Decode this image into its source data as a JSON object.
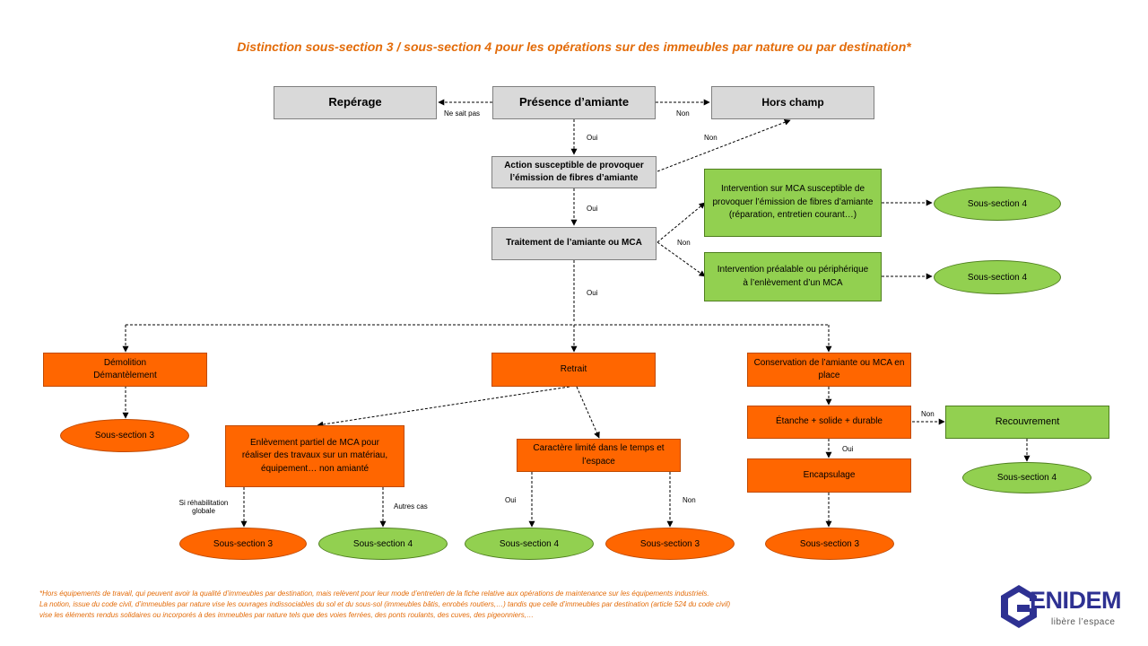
{
  "title": "Distinction sous-section 3 / sous-section 4 pour les opérations sur des immeubles par nature ou par destination*",
  "nodes": {
    "reperage": "Repérage",
    "presence": "Présence d’amiante",
    "hors_champ": "Hors champ",
    "action": "Action susceptible de provoquer l’émission de fibres d’amiante",
    "traitement": "Traitement de l’amiante ou MCA",
    "intervention_mca": "Intervention sur MCA susceptible de provoquer l’émission de fibres d’amiante (réparation, entretien courant…)",
    "intervention_prealable": "Intervention préalable ou périphérique à l’enlèvement d’un MCA",
    "demolition": "Démolition\nDémantèlement",
    "retrait": "Retrait",
    "conservation": "Conservation de l’amiante ou MCA en place",
    "enlevement": "Enlèvement partiel de MCA pour réaliser des travaux sur un matériau, équipement… non amianté",
    "caractere": "Caractère limité dans le temps et l’espace",
    "etanche": "Étanche + solide + durable",
    "recouvrement": "Recouvrement",
    "encapsulage": "Encapsulage",
    "ss4_a": "Sous-section 4",
    "ss4_b": "Sous-section 4",
    "ss3_demo": "Sous-section 3",
    "ss4_recouv": "Sous-section 4",
    "ss3_rehab": "Sous-section 3",
    "ss4_autres": "Sous-section 4",
    "ss4_oui": "Sous-section 4",
    "ss3_non": "Sous-section 3",
    "ss3_encap": "Sous-section 3"
  },
  "edge_labels": {
    "ne_sait_pas": "Ne sait pas",
    "non_hors": "Non",
    "oui_1": "Oui",
    "non_action": "Non",
    "oui_2": "Oui",
    "non_traitement": "Non",
    "oui_3": "Oui",
    "si_rehab": "Si réhabilitation globale",
    "autres_cas": "Autres cas",
    "oui_caractere": "Oui",
    "non_caractere": "Non",
    "non_etanche": "Non",
    "oui_etanche": "Oui"
  },
  "footnote": {
    "line1": "*Hors équipements de travail, qui peuvent avoir la qualité d’immeubles par destination, mais relèvent pour leur mode d’entretien de la fiche relative aux opérations de maintenance sur les équipements industriels.",
    "line2": "La notion, issue du code civil, d’immeubles par nature vise les ouvrages indissociables du sol et du sous-sol (immeubles bâtis, enrobés routiers,…) tandis que celle d’immeubles par destination (article 524 du code civil)",
    "line3": "vise les éléments rendus solidaires ou incorporés à des immeubles par nature tels que des voies ferrées, des ponts roulants, des cuves, des pigeonniers,…"
  },
  "logo": {
    "name": "ENIDEM",
    "tagline": "libère l’espace"
  },
  "colors": {
    "orange": "#ff6600",
    "green": "#92d050",
    "grey": "#d9d9d9",
    "title": "#e36c0a",
    "logo": "#2e3192"
  }
}
